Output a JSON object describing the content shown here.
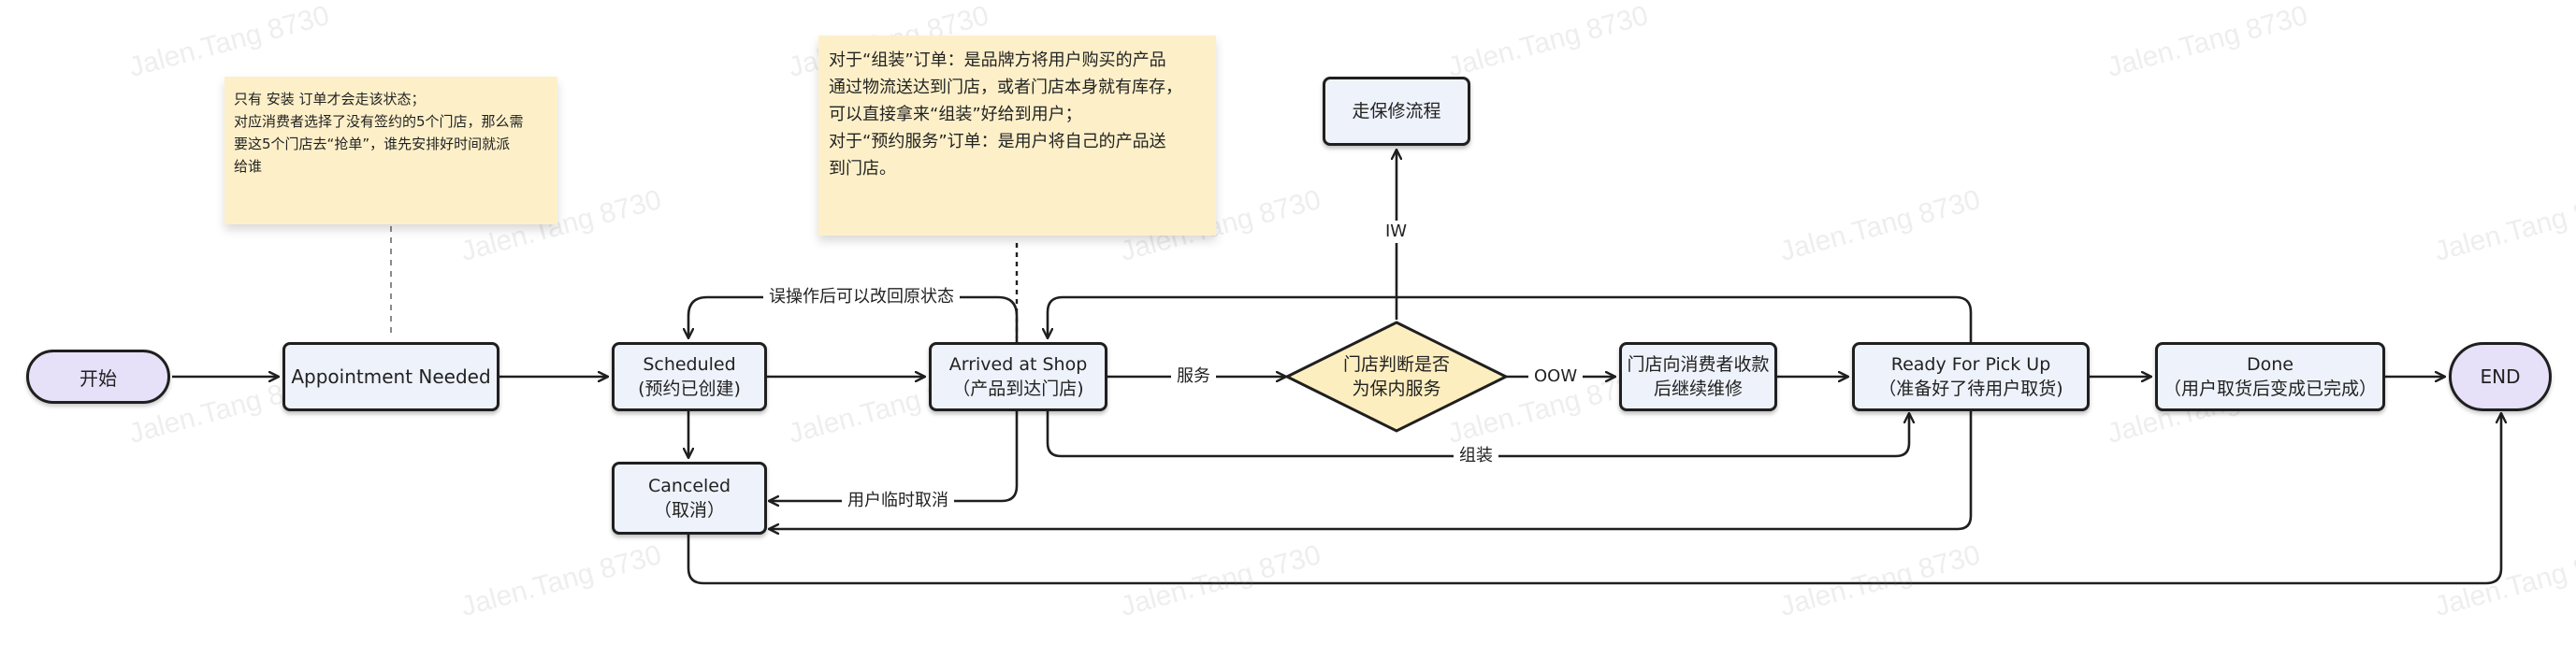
{
  "watermark": "Jalen.Tang 8730",
  "nodes": {
    "start": "开始",
    "appointment_needed": "Appointment Needed",
    "scheduled": {
      "line1": "Scheduled",
      "line2": "(预约已创建)"
    },
    "arrived": {
      "line1": "Arrived at Shop",
      "line2": "（产品到达门店)"
    },
    "decision": {
      "line1": "门店判断是否",
      "line2": "为保内服务"
    },
    "charge": {
      "line1": "门店向消费者收款",
      "line2": "后继续维修"
    },
    "ready": {
      "line1": "Ready For Pick Up",
      "line2": "（准备好了待用户取货)"
    },
    "done": {
      "line1": "Done",
      "line2": "（用户取货后变成已完成）"
    },
    "end": "END",
    "canceled": {
      "line1": "Canceled",
      "line2": "（取消）"
    },
    "warranty": "走保修流程"
  },
  "edge_labels": {
    "service": "服务",
    "oow": "OOW",
    "iw": "IW",
    "assemble": "组装",
    "misop": "误操作后可以改回原状态",
    "user_cancel": "用户临时取消"
  },
  "notes": {
    "note1": [
      "只有 安装 订单才会走该状态；",
      "对应消费者选择了没有签约的5个门店，那么需",
      "要这5个门店去“抢单”，谁先安排好时间就派",
      "给谁"
    ],
    "note2": [
      "对于“组装”订单：是品牌方将用户购买的产品",
      "通过物流送达到门店，或者门店本身就有库存，",
      "可以直接拿来“组装”好给到用户；",
      "对于“预约服务”订单：是用户将自己的产品送",
      "到门店。"
    ]
  },
  "colors": {
    "node_fill": "#eef2fb",
    "terminal_fill": "#e6e0f8",
    "decision_fill": "#fdeec0",
    "note_fill": "#fdf0c9",
    "stroke": "#1f1f1f"
  }
}
